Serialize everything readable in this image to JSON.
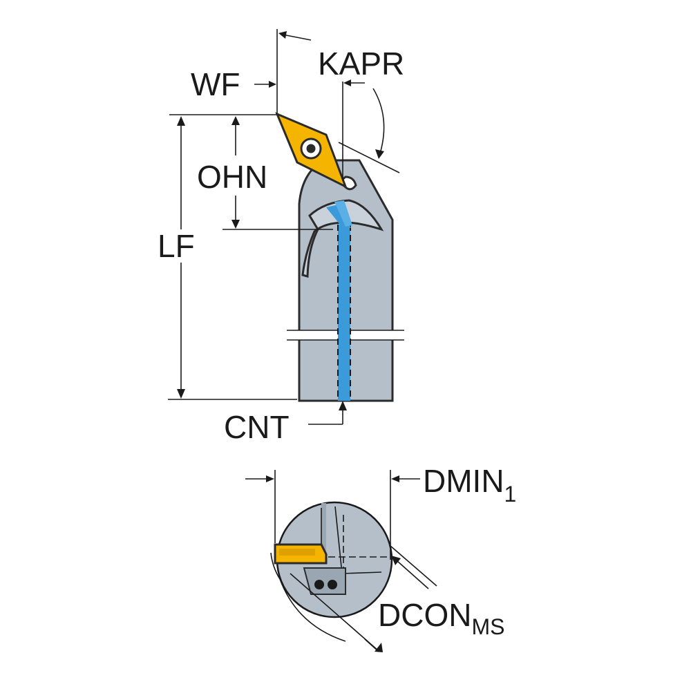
{
  "labels": {
    "wf": "WF",
    "kapr": "KAPR",
    "ohn": "OHN",
    "lf": "LF",
    "cnt": "CNT",
    "dmin_main": "DMIN",
    "dmin_sub": "1",
    "dcon_main": "DCON",
    "dcon_sub": "MS"
  },
  "colors": {
    "body": "#b4bfca",
    "body_dark": "#9aa6b2",
    "insert": "#f5b400",
    "insert_dark": "#c48a00",
    "coolant": "#3b9ad9",
    "outline": "#2b2b2b",
    "background": "#ffffff"
  }
}
